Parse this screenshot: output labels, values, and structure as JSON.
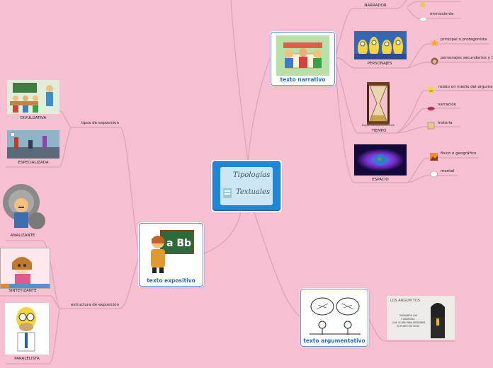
{
  "central": {
    "line1": "Tipologías",
    "line2": "Textuales"
  },
  "colors": {
    "background": "#f7bfd2",
    "central_fill": "#1e88d8",
    "link": "#d9a3b6",
    "main_title": "#1f6fc0"
  },
  "narrativo": {
    "title": "texto narrativo",
    "narrador": {
      "label": "NARRADOR",
      "items": [
        "",
        "omnisciente"
      ]
    },
    "personajes": {
      "label": "PERSONAJES",
      "items": [
        "principal o protagonista",
        "personajes secundarios y t"
      ]
    },
    "tiempo": {
      "label": "TIEMPO",
      "caption": "tipypensadosadiarnal.com",
      "items": [
        "relato en medio del argume",
        "narración",
        "historia"
      ]
    },
    "espacio": {
      "label": "ESPACIO",
      "items": [
        "físico o geográfico",
        "mental"
      ]
    }
  },
  "expositivo": {
    "title": "texto expositivo",
    "tipos": {
      "label": "tipos de exposicion",
      "items": [
        "DIVULGATIVA",
        "ESPECIALIZADA"
      ]
    },
    "estructura": {
      "label": "estructura de exposición",
      "items": [
        "ANALIZANTE",
        "SINTETIZANTE",
        "PARALELISTA"
      ]
    }
  },
  "argumentativo": {
    "title": "texto argumentativo",
    "image_text": [
      "LOS ARGUM    TOS",
      "DEFINIMOS LAS",
      "Y ANDROIAL",
      "QUE OCUPA PARA DEFENDER",
      "SU PUNTO DE VISTA"
    ]
  }
}
